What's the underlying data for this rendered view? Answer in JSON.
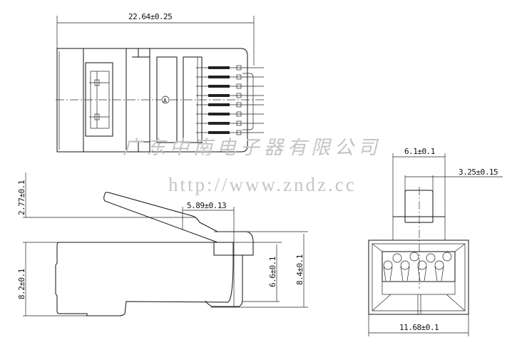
{
  "watermark": {
    "company": "广东中南电子器有限公司",
    "url": "http://www.zndz.cc"
  },
  "dimensions": {
    "overall_length": "22.64±0.25",
    "latch_height": "2.77±0.1",
    "latch_offset": "5.89±0.13",
    "body_height": "8.2±0.1",
    "front_height_inner": "6.6±0.1",
    "front_height_total": "8.4±0.1",
    "top_width": "6.1±0.1",
    "latch_width": "3.25±0.15",
    "front_width": "11.68±0.1"
  },
  "labels": {
    "datum": "A"
  }
}
